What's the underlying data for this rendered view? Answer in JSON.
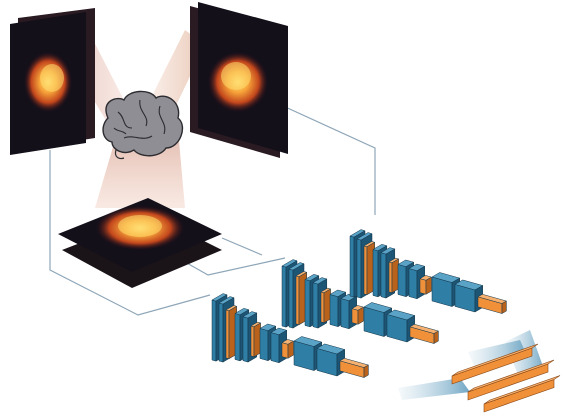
{
  "figure": {
    "views": [
      {
        "id": "sagittal",
        "icon": "brain-slice-sagittal"
      },
      {
        "id": "coronal",
        "icon": "brain-slice-coronal"
      },
      {
        "id": "axial",
        "icon": "brain-slice-axial"
      }
    ],
    "center_icon": "brain-icon",
    "networks": [
      {
        "id": "branch-1",
        "conv_blocks": 4
      },
      {
        "id": "branch-2",
        "conv_blocks": 4
      },
      {
        "id": "branch-3",
        "conv_blocks": 4
      }
    ],
    "colors": {
      "conv": "#2f7ea6",
      "conv_dark": "#1d5575",
      "pool": "#f0913a",
      "pool_dark": "#b8621b",
      "connector": "#8ea6b8",
      "slice_bg": "#14101a"
    }
  }
}
